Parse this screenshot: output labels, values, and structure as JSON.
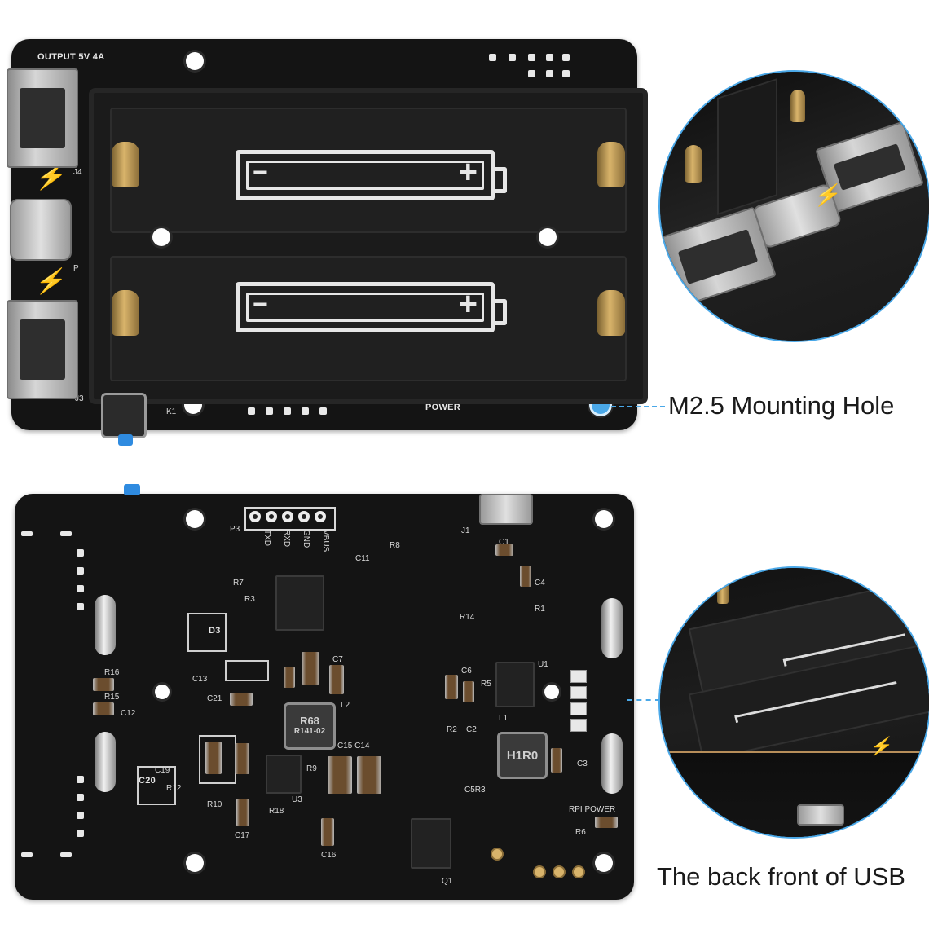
{
  "top_board": {
    "output_label": "OUTPUT 5V 4A",
    "j4_label": "J4",
    "p_label": "P",
    "j3_label": "J3",
    "k1_label": "K1",
    "power_label": "POWER",
    "minus_sign": "−",
    "plus_sign": "+"
  },
  "bottom_board": {
    "header_pins": [
      "TXD",
      "RXD",
      "GND",
      "VBUS"
    ],
    "labels": {
      "p3": "P3",
      "j1": "J1",
      "r8": "R8",
      "c11": "C11",
      "c1": "C1",
      "c4": "C4",
      "r1": "R1",
      "r14": "R14",
      "r3": "R3",
      "r7": "R7",
      "c7": "C7",
      "d3": "D3",
      "c13": "C13",
      "c21": "C21",
      "r16": "R16",
      "r15": "R15",
      "c12": "C12",
      "l2": "L2",
      "r68_line1": "R68",
      "r68_line2": "R141-02",
      "c15c14": "C15 C14",
      "u1": "U1",
      "c6": "C6",
      "r5": "R5",
      "r2": "R2",
      "c2": "C2",
      "l1": "L1",
      "h1r0": "H1R0",
      "c3": "C3",
      "c5r3": "C5R3",
      "rpi_power": "RPI POWER",
      "r6": "R6",
      "c20": "C20",
      "c19": "C19",
      "r12": "R12",
      "r10": "R10",
      "r9": "R9",
      "r18": "R18",
      "u3": "U3",
      "c17": "C17",
      "c16": "C16",
      "q1": "Q1"
    }
  },
  "callouts": {
    "mounting_hole": "M2.5 Mounting Hole",
    "back_usb": "The back front of USB"
  },
  "colors": {
    "pcb": "#141414",
    "accent": "#4aa8e8",
    "silkscreen": "#e6e6e6",
    "gold": "#d9b46b"
  }
}
